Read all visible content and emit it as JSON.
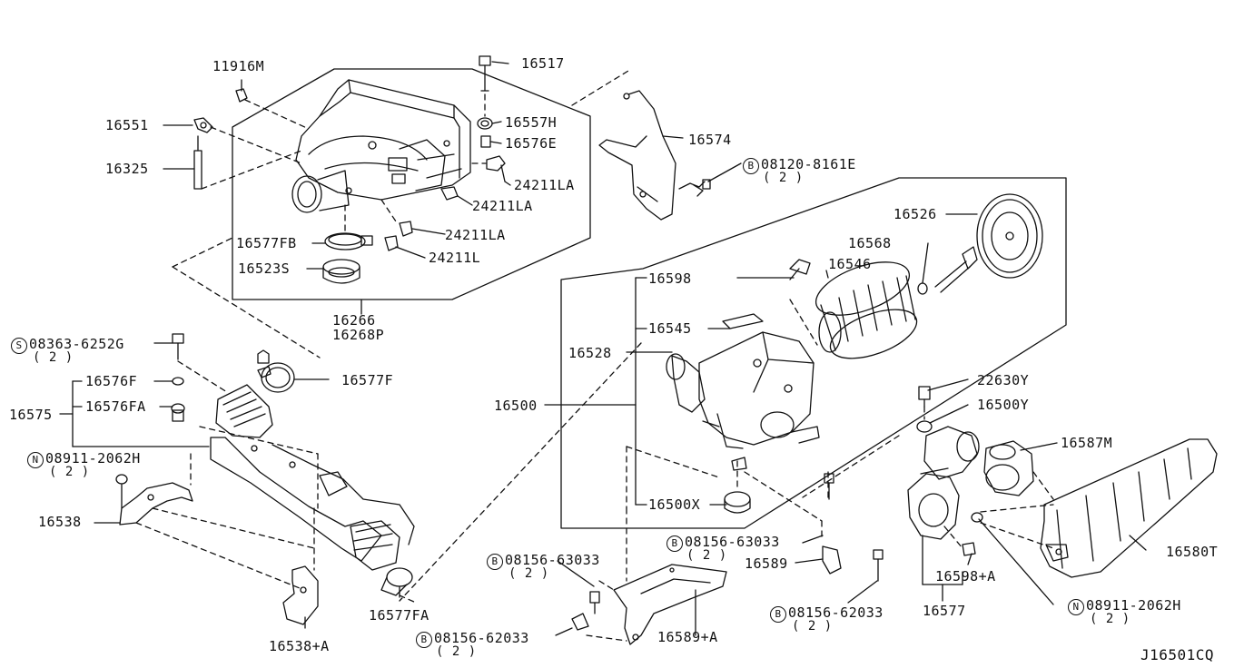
{
  "diagram_id": "J16501CQ",
  "parts": [
    {
      "key": "p11916m",
      "number": "11916M"
    },
    {
      "key": "p16551",
      "number": "16551"
    },
    {
      "key": "p16325",
      "number": "16325"
    },
    {
      "key": "p16517",
      "number": "16517"
    },
    {
      "key": "p16557h",
      "number": "16557H"
    },
    {
      "key": "p16576e",
      "number": "16576E"
    },
    {
      "key": "p24211la_1",
      "number": "24211LA"
    },
    {
      "key": "p24211la_2",
      "number": "24211LA"
    },
    {
      "key": "p24211la_3",
      "number": "24211LA"
    },
    {
      "key": "p24211l",
      "number": "24211L"
    },
    {
      "key": "p16577fb",
      "number": "16577FB"
    },
    {
      "key": "p16523s",
      "number": "16523S"
    },
    {
      "key": "p16266",
      "number": "16266"
    },
    {
      "key": "p16268p",
      "number": "16268P"
    },
    {
      "key": "p16574",
      "number": "16574"
    },
    {
      "key": "p08120",
      "prefix": "B",
      "number": "08120-8161E",
      "qty": "( 2 )"
    },
    {
      "key": "p16526",
      "number": "16526"
    },
    {
      "key": "p16568",
      "number": "16568"
    },
    {
      "key": "p16546",
      "number": "16546"
    },
    {
      "key": "p16598",
      "number": "16598"
    },
    {
      "key": "p16545",
      "number": "16545"
    },
    {
      "key": "p16528",
      "number": "16528"
    },
    {
      "key": "p16500",
      "number": "16500"
    },
    {
      "key": "p16500x",
      "number": "16500X"
    },
    {
      "key": "p08363",
      "prefix": "S",
      "number": "08363-6252G",
      "qty": "( 2 )"
    },
    {
      "key": "p16577f",
      "number": "16577F"
    },
    {
      "key": "p16576f",
      "number": "16576F"
    },
    {
      "key": "p16575",
      "number": "16575"
    },
    {
      "key": "p16576fa",
      "number": "16576FA"
    },
    {
      "key": "p08911_a",
      "prefix": "N",
      "number": "08911-2062H",
      "qty": "( 2 )"
    },
    {
      "key": "p16538",
      "number": "16538"
    },
    {
      "key": "p16538a",
      "number": "16538+A"
    },
    {
      "key": "p16577fa",
      "number": "16577FA"
    },
    {
      "key": "p08156_63033_a",
      "prefix": "B",
      "number": "08156-63033",
      "qty": "( 2 )"
    },
    {
      "key": "p08156_62033_a",
      "prefix": "B",
      "number": "08156-62033",
      "qty": "( 2 )"
    },
    {
      "key": "p16589a",
      "number": "16589+A"
    },
    {
      "key": "p08156_63033_b",
      "prefix": "B",
      "number": "08156-63033",
      "qty": "( 2 )"
    },
    {
      "key": "p16589",
      "number": "16589"
    },
    {
      "key": "p08156_62033_b",
      "prefix": "B",
      "number": "08156-62033",
      "qty": "( 2 )"
    },
    {
      "key": "p22630y",
      "number": "22630Y"
    },
    {
      "key": "p16500y",
      "number": "16500Y"
    },
    {
      "key": "p16587m",
      "number": "16587M"
    },
    {
      "key": "p16580t",
      "number": "16580T"
    },
    {
      "key": "p16598a",
      "number": "16598+A"
    },
    {
      "key": "p16577",
      "number": "16577"
    },
    {
      "key": "p08911_b",
      "prefix": "N",
      "number": "08911-2062H",
      "qty": "( 2 )"
    }
  ]
}
